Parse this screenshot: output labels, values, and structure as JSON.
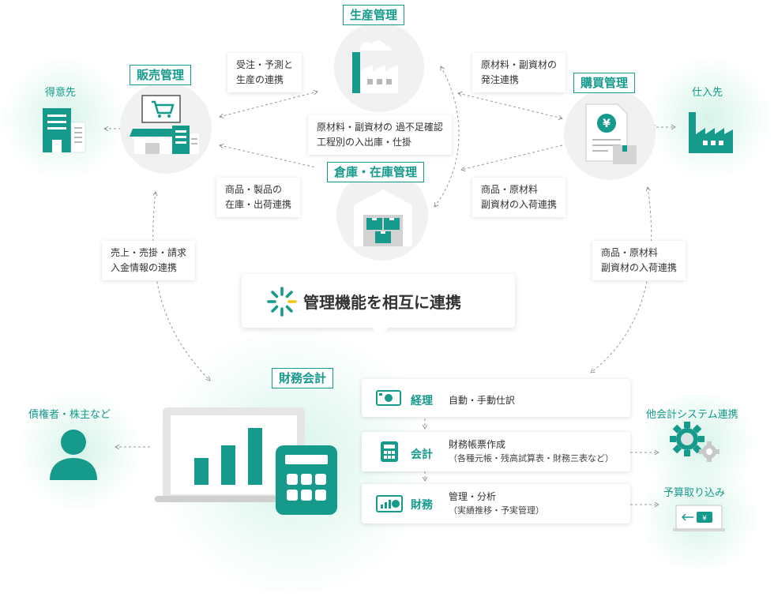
{
  "diagram": {
    "production": {
      "title": "生産管理"
    },
    "sales": {
      "title": "販売管理"
    },
    "purchasing": {
      "title": "購買管理"
    },
    "warehouse": {
      "title": "倉庫・在庫管理"
    },
    "finance": {
      "title": "財務会計"
    },
    "customer": {
      "label": "得意先"
    },
    "supplier": {
      "label": "仕入先"
    },
    "creditors": {
      "label": "債権者・株主など"
    },
    "other_system": {
      "label": "他会計システム連携"
    },
    "budget_import": {
      "label": "予算取り込み"
    },
    "center": {
      "text": "管理機能を相互に連携"
    },
    "links": {
      "sales_production": [
        "受注・予測と",
        "生産の連携"
      ],
      "production_purchasing": [
        "原材料・副資材の",
        "発注連携"
      ],
      "production_warehouse": [
        "原材料・副資材の 過不足確認",
        "工程別の入出庫・仕掛"
      ],
      "sales_warehouse": [
        "商品・製品の",
        "在庫・出荷連携"
      ],
      "purchasing_warehouse": [
        "商品・原材料",
        "副資材の入荷連携"
      ],
      "sales_finance": [
        "売上・売掛・請求",
        "入金情報の連携"
      ],
      "purchasing_finance": [
        "商品・原材料",
        "副資材の入荷連携"
      ]
    },
    "functions": [
      {
        "tag": "経理",
        "text": "自動・手動仕訳",
        "sub": ""
      },
      {
        "tag": "会計",
        "text": "財務帳票作成",
        "sub": "（各種元帳・残高試算表・財務三表など）"
      },
      {
        "tag": "財務",
        "text": "管理・分析",
        "sub": "（実績推移・予実管理）"
      }
    ],
    "icons": {
      "yen_symbol": "¥",
      "budget_symbol": "¥"
    },
    "colors": {
      "accent": "#169a8c",
      "logo_yellow": "#f0c419"
    }
  }
}
